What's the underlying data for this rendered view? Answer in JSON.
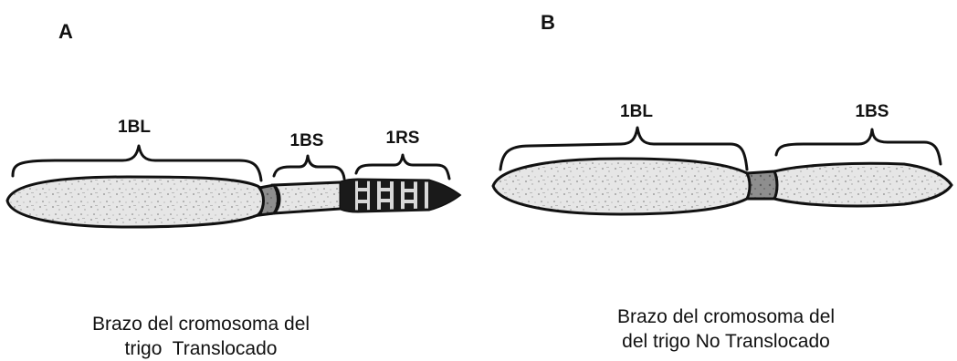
{
  "panels": {
    "a": {
      "letter": "A",
      "labels": {
        "long_arm": "1BL",
        "short_arm": "1BS",
        "rye_arm": "1RS"
      },
      "caption": {
        "line1": "Brazo del cromosoma del",
        "line2": "trigo  Translocado"
      }
    },
    "b": {
      "letter": "B",
      "labels": {
        "long_arm": "1BL",
        "short_arm": "1BS"
      },
      "caption": {
        "line1": "Brazo del cromosoma del",
        "line2": "del trigo No Translocado"
      }
    }
  },
  "colors": {
    "stroke": "#111111",
    "arm_fill": "#e4e4e4",
    "centromere_fill": "#9a9a9a",
    "rye_bands": "#1a1a1a"
  }
}
